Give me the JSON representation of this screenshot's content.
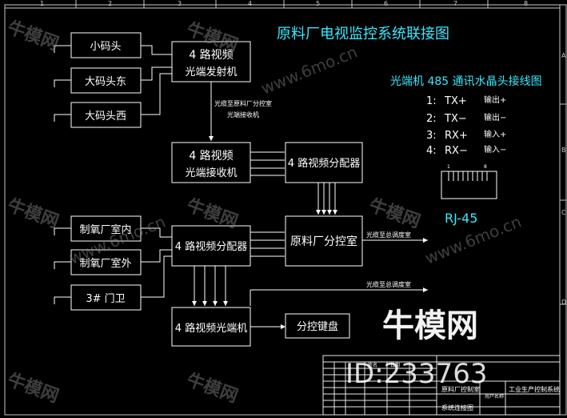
{
  "title": "原料厂电视监控系统联接图",
  "cameras": [
    {
      "label": "小码头"
    },
    {
      "label": "大码头东"
    },
    {
      "label": "大码头西"
    }
  ],
  "transmitter": {
    "line1": "4 路视频",
    "line2": "光端发射机"
  },
  "link_note": {
    "line1": "光缆至原料厂分控室",
    "line2": "光端接收机"
  },
  "receiver": {
    "line1": "4 路视频",
    "line2": "光端接收机"
  },
  "distributor_top": "4 路视频分配器",
  "sources_bottom": [
    {
      "label": "制氧厂室内"
    },
    {
      "label": "制氧厂室外"
    },
    {
      "label": "3# 门卫"
    }
  ],
  "distributor_bottom": "4 路视频分配器",
  "control_room": "原料厂分控室",
  "to_dispatch_1": "光缆至总调度室",
  "to_dispatch_2": "光缆至总调度室",
  "optical_bottom": "4 路视频光端机",
  "keyboard": "分控键盘",
  "rs485": {
    "heading": "光端机 485 通讯水晶头接线图",
    "pins": [
      {
        "num": "1:",
        "sig": "TX+",
        "desc": "输出+"
      },
      {
        "num": "2:",
        "sig": "TX−",
        "desc": "输出−"
      },
      {
        "num": "3:",
        "sig": "RX+",
        "desc": "输入+"
      },
      {
        "num": "4:",
        "sig": "RX−",
        "desc": "输入−"
      }
    ],
    "pin_first": "1",
    "pin_last": "8",
    "connector_label": "RJ-45"
  },
  "ruler_top": [
    "1",
    "2",
    "3",
    "4",
    "5",
    "6",
    "7",
    "8"
  ],
  "ruler_right": [
    "A",
    "B",
    "C",
    "D"
  ],
  "watermarks": {
    "logo": "牛模网",
    "id": "ID:233763",
    "site": "www.6mo.cn",
    "small": "牛模网"
  },
  "title_block": {
    "company": "原料厂控制室",
    "project": "工业生产控制系统",
    "drawing": "系统连接图",
    "unit_label": "用户名称",
    "col_a": "签名",
    "col_b": "日期"
  }
}
